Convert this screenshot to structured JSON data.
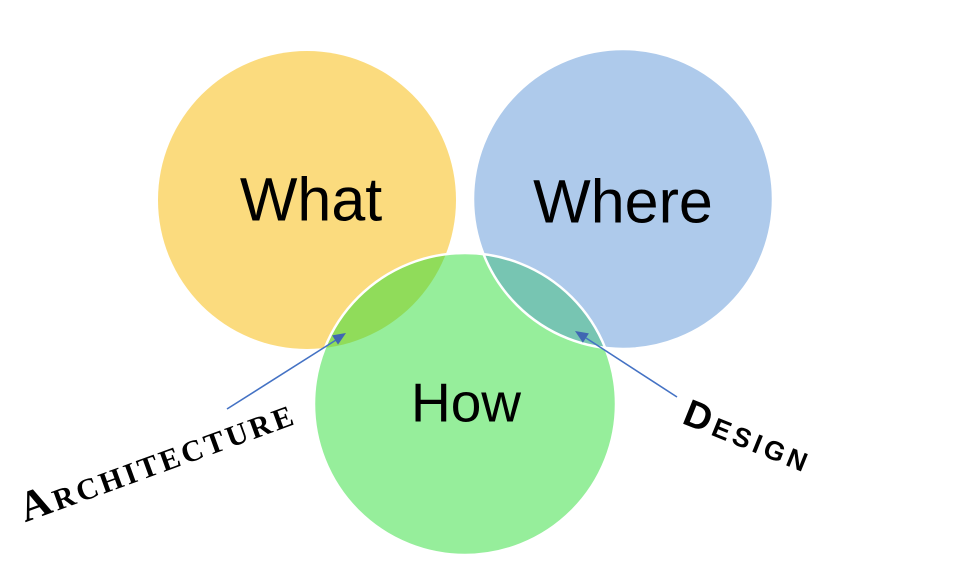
{
  "diagram": {
    "type": "venn-diagram",
    "background_color": "#FFFFFF",
    "label_color": "#000000",
    "circle_outline_color": "#FFFFFF",
    "arrow_line_color": "#4472C4",
    "arrow_head_color": "#4066B2",
    "circles": [
      {
        "label": "What",
        "fill": "#FBDB7E"
      },
      {
        "label": "Where",
        "fill": "#AECAEB"
      },
      {
        "label": "How",
        "fill": "#96EE9B"
      }
    ],
    "overlaps": [
      {
        "between": "What + How",
        "fill": "#90DC5A",
        "callout": "Architecture"
      },
      {
        "between": "Where + How",
        "fill": "#77C5B2",
        "callout": "Design"
      }
    ],
    "callouts": [
      {
        "label": "Architecture"
      },
      {
        "label": "Design"
      }
    ]
  }
}
